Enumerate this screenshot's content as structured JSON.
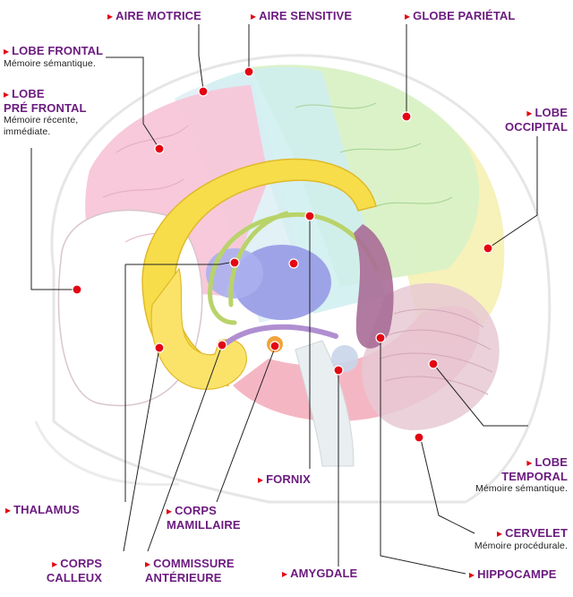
{
  "labels": {
    "aire_motrice": "AIRE MOTRICE",
    "aire_sensitive": "AIRE SENSITIVE",
    "globe_parietal": "GLOBE PARIÉTAL",
    "lobe_frontal": "LOBE FRONTAL",
    "lobe_frontal_sub": "Mémoire sémantique.",
    "lobe_prefrontal": "LOBE\nPRÉ FRONTAL",
    "lobe_prefrontal_sub": "Mémoire récente,\nimmédiate.",
    "lobe_occipital": "LOBE\nOCCIPITAL",
    "lobe_temporal": "LOBE\nTEMPORAL",
    "lobe_temporal_sub": "Mémoire sémantique.",
    "cervelet": "CERVELET",
    "cervelet_sub": "Mémoire procédurale.",
    "hippocampe": "HIPPOCAMPE",
    "amygdale": "AMYGDALE",
    "fornix": "FORNIX",
    "thalamus": "THALAMUS",
    "corps_mamillaire": "CORPS\nMAMILLAIRE",
    "corps_calleux": "CORPS\nCALLEUX",
    "commissure_anterieure": "COMMISSURE\nANTÉRIEURE"
  },
  "colors": {
    "label_text": "#6b1b7f",
    "marker": "#e30613",
    "frontal": "#f7c6d8",
    "parietal": "#d9f1c6",
    "occipital": "#f6efb3",
    "temporal": "#f3a9b8",
    "corpus_callosum": "#f7dd4a",
    "thalamus": "#9a9ee6",
    "fornix": "#b9d36a",
    "hippocampus": "#a86b96"
  }
}
